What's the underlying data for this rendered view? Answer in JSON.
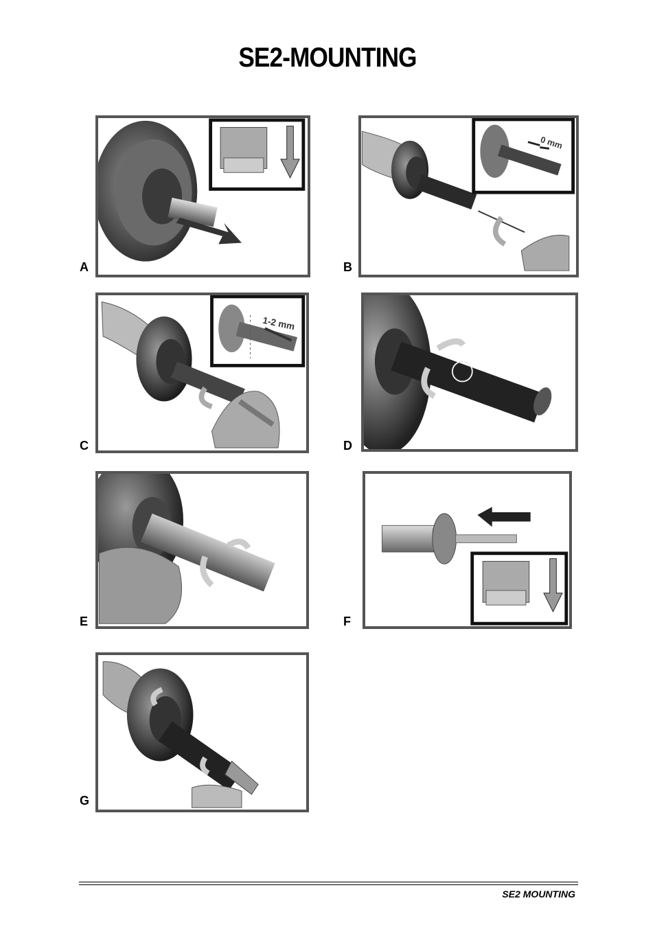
{
  "page": {
    "title": "SE2-MOUNTING",
    "footer": "SE2 MOUNTING"
  },
  "panels": [
    {
      "label": "A",
      "inset_text": ""
    },
    {
      "label": "B",
      "inset_text": "0 mm"
    },
    {
      "label": "C",
      "inset_text": "1-2 mm"
    },
    {
      "label": "D",
      "inset_text": ""
    },
    {
      "label": "E",
      "inset_text": ""
    },
    {
      "label": "F",
      "inset_text": ""
    },
    {
      "label": "G",
      "inset_text": ""
    }
  ]
}
